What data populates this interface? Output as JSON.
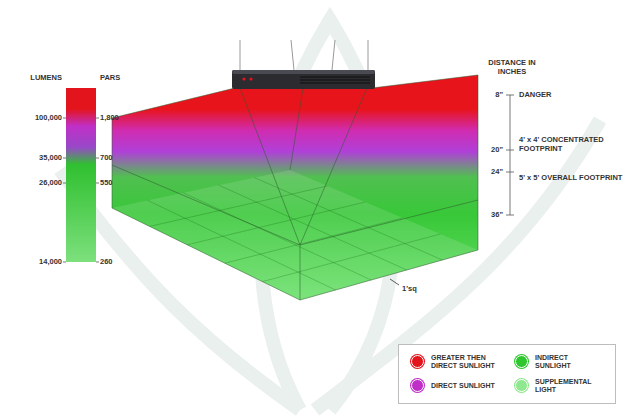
{
  "diagram": {
    "labels": [
      "LUMENS",
      "PARS",
      "100,000",
      "1,800",
      "35,000",
      "700",
      "26,000",
      "550",
      "14,000",
      "260",
      "DISTANCE IN INCHES",
      "8\"",
      "DANGER",
      "20\"",
      "4' x 4' CONCENTRATED FOOTPRINT",
      "24\"",
      "5' x 5' OVERALL FOOTPRINT",
      "36\"",
      "1'sq"
    ],
    "legend": [
      {
        "text": "GREATER THEN DIRECT SUNLIGHT",
        "color": "#e3141c"
      },
      {
        "text": "INDIRECT SUNLIGHT",
        "color": "#2ec82e"
      },
      {
        "text": "DIRECT SUNLIGHT",
        "color": "#c030c8"
      },
      {
        "text": "SUPPLEMENTAL LIGHT",
        "color": "#8fe88f"
      }
    ]
  }
}
